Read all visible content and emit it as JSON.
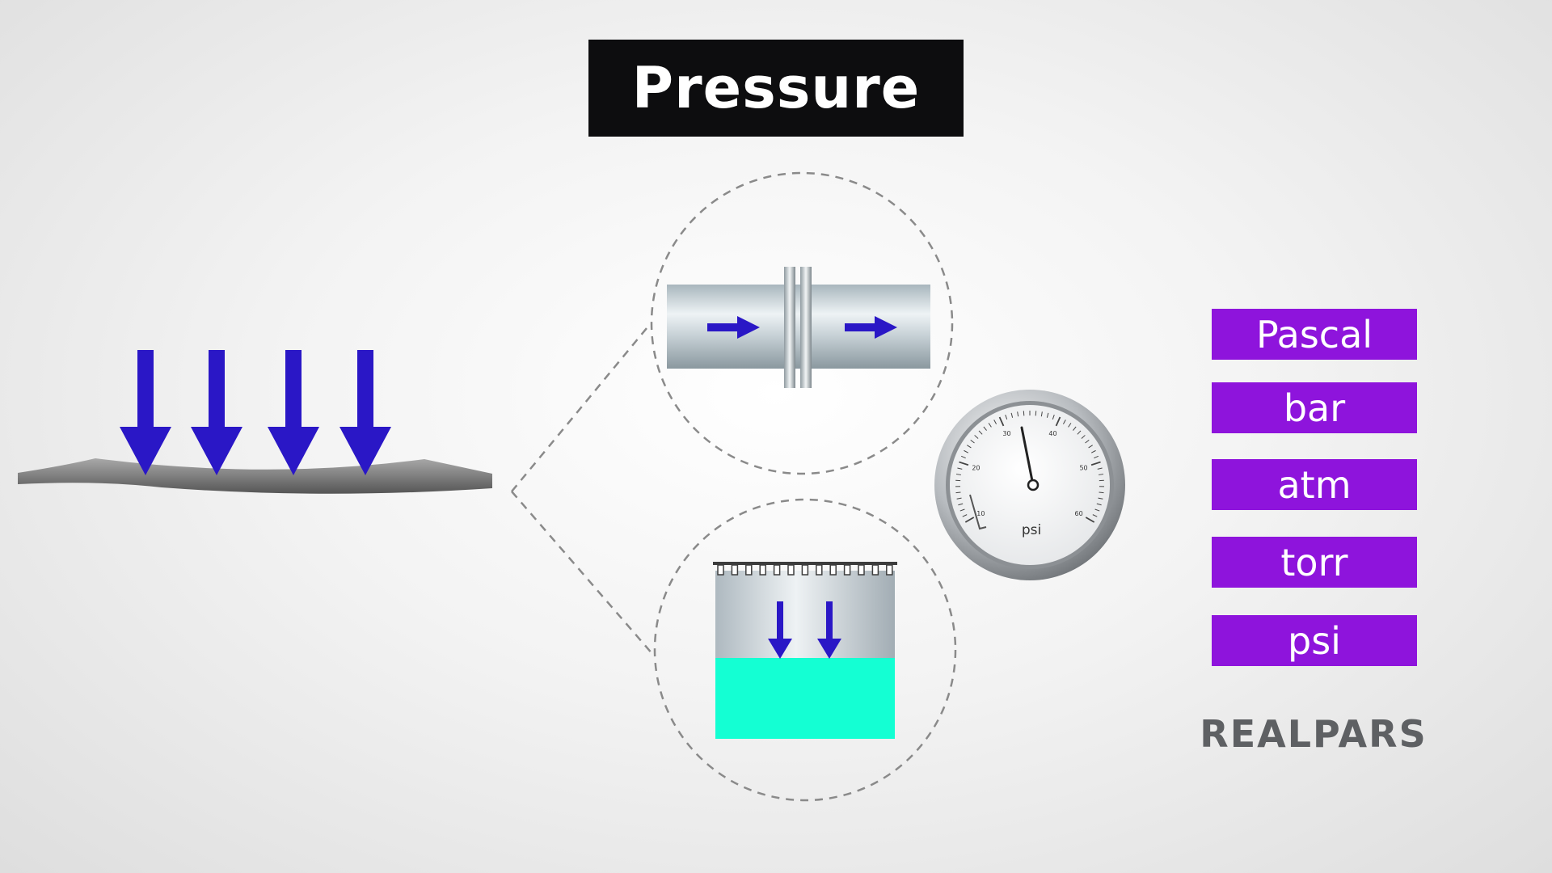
{
  "title": "Pressure",
  "gauge": {
    "ticks": [
      "10",
      "20",
      "30",
      "40",
      "50",
      "60"
    ],
    "unit": "psi"
  },
  "units": [
    "Pascal",
    "bar",
    "atm",
    "torr",
    "psi"
  ],
  "brand": "REALPARS",
  "colors": {
    "arrow": "#2a17c6",
    "unit_box": "#8e14dc",
    "liquid": "#14ffd3",
    "title_bg": "#0d0d0f",
    "brand": "#5e6063"
  },
  "icons": [
    "down-arrow-icon",
    "right-arrow-icon",
    "pressure-gauge-icon",
    "pipe-icon",
    "tank-icon"
  ]
}
